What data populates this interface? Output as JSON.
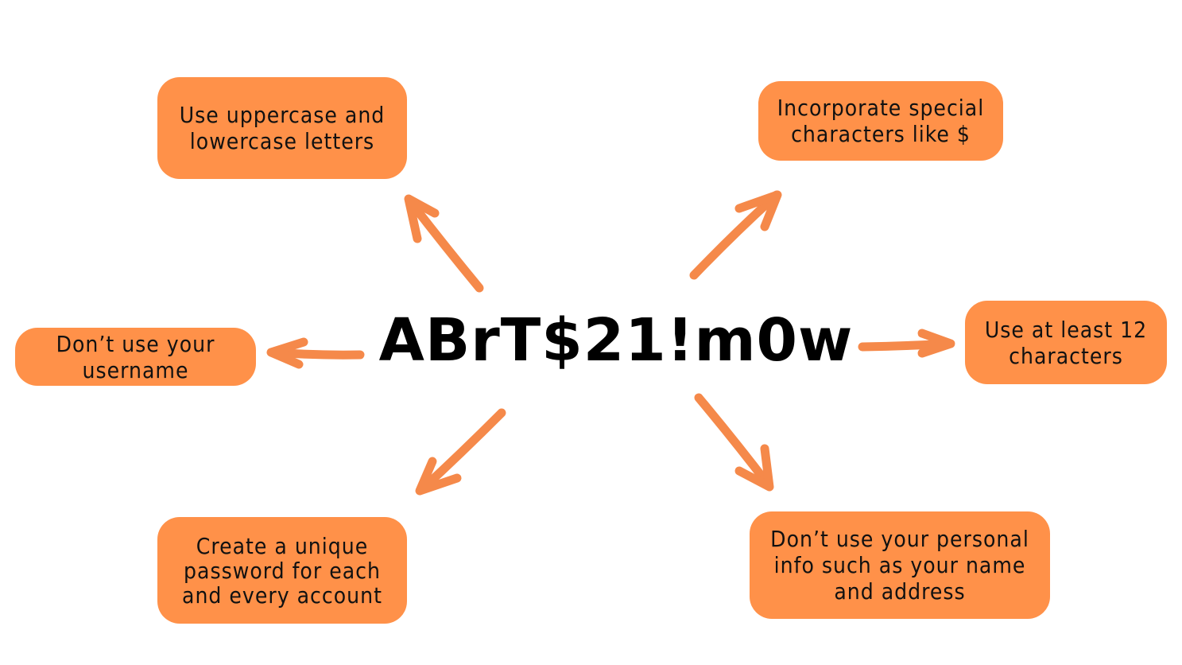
{
  "colors": {
    "box_fill": "#FF9149",
    "arrow": "#F5894A",
    "text": "#111111",
    "background": "#ffffff"
  },
  "password": "ABrT$21!m0w",
  "tips": {
    "case": "Use uppercase and lowercase letters",
    "special": "Incorporate special characters like $",
    "username": "Don’t use your username",
    "length": "Use at least 12 characters",
    "unique": "Create a unique password for each and every account",
    "personal": "Don’t use your personal info such as your name and address"
  }
}
